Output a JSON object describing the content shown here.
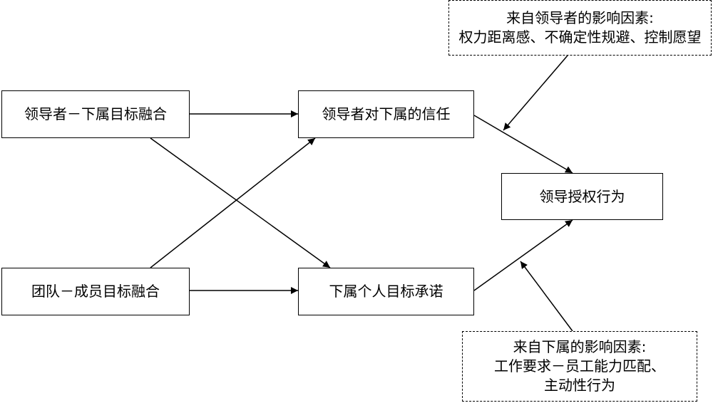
{
  "nodes": {
    "leader_member_goal_fusion": "领导者－下属目标融合",
    "team_member_goal_fusion": "团队－成员目标融合",
    "leader_trust": "领导者对下属的信任",
    "subordinate_commitment": "下属个人目标承诺",
    "empowerment_behavior": "领导授权行为"
  },
  "leader_factors": {
    "title": "来自领导者的影响因素:",
    "line1": "权力距离感、不确定性规避、控制愿望"
  },
  "subordinate_factors": {
    "title": "来自下属的影响因素:",
    "line1": "工作要求－员工能力匹配、",
    "line2": "主动性行为"
  }
}
